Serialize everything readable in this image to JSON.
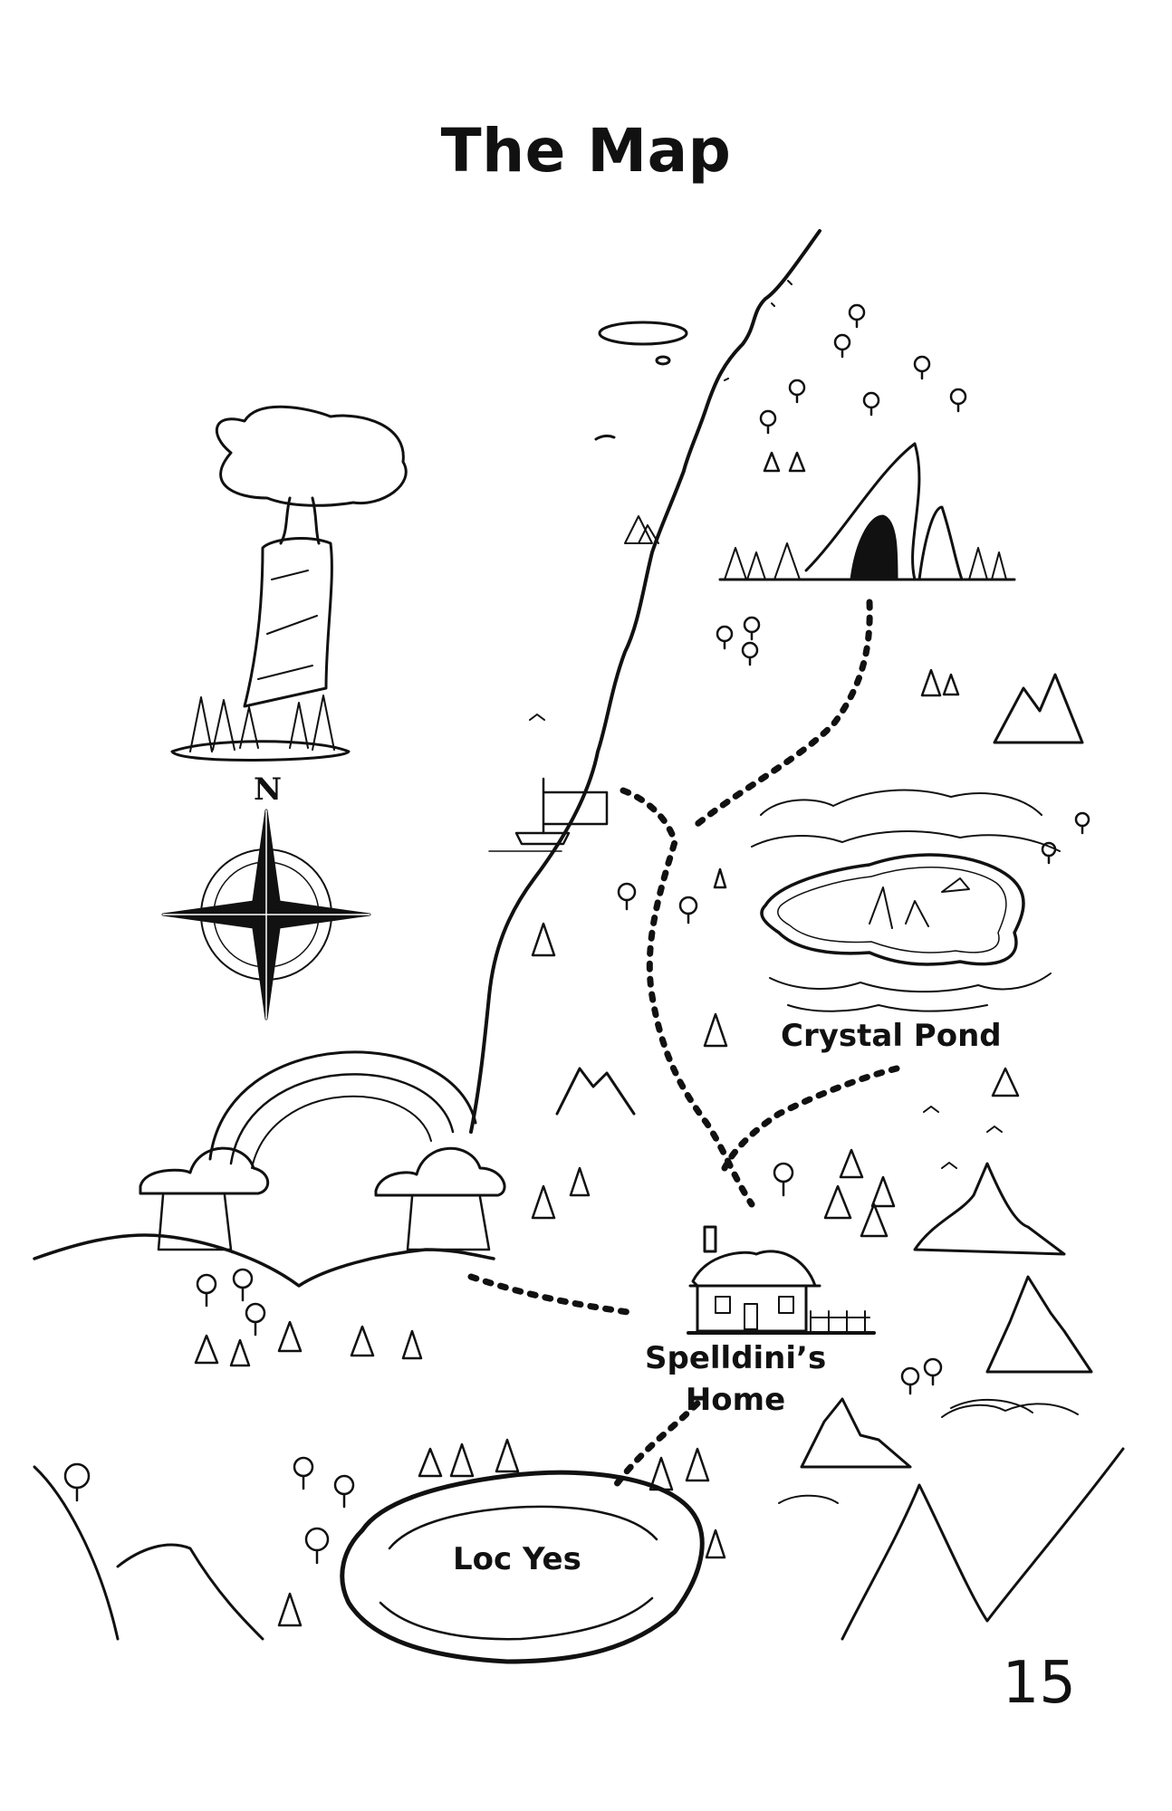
{
  "page": {
    "title": "The Map",
    "page_number": "15"
  },
  "compass": {
    "north_letter": "N"
  },
  "locations": {
    "crystal_pond": "Crystal Pond",
    "spelldini_home_line1": "Spelldini’s",
    "spelldini_home_line2": "Home",
    "loc_yes": "Loc Yes"
  },
  "colors": {
    "ink": "#111111",
    "paper": "#ffffff",
    "shading": "#9a9a9a"
  }
}
